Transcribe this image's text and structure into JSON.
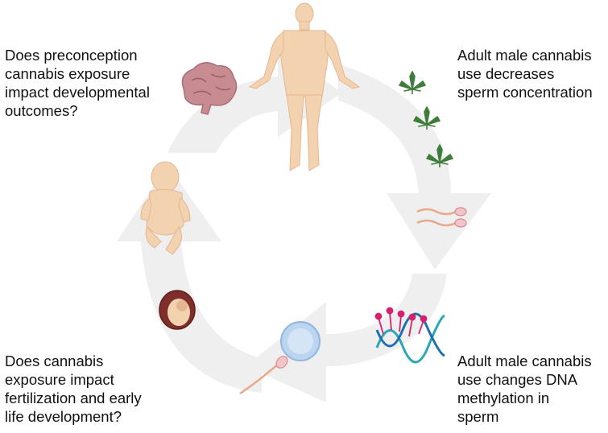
{
  "captions": {
    "top_left": "Does preconception\ncannabis exposure\nimpact developmental\noutcomes?",
    "top_right": "Adult male cannabis\nuse decreases\nsperm concentration",
    "bottom_left": "Does cannabis\nexposure impact\nfertilization and early\nlife development?",
    "bottom_right": "Adult male cannabis\nuse changes DNA\nmethylation in\nsperm"
  },
  "colors": {
    "cycle_arrow": "#efefef",
    "skin": "#f3d2b0",
    "skin_shadow": "#e3b792",
    "cannabis_leaf": "#3f7d3a",
    "sperm": "#e8a98b",
    "egg": "#bcd5ef",
    "dna": "#2aa6b8",
    "methyl_mark": "#d6216d",
    "brain": "#c98b92"
  },
  "icons": [
    "adult-male-figure-icon",
    "brain-icon",
    "cannabis-leaf-icon",
    "sperm-icon",
    "dna-methylation-icon",
    "egg-cell-icon",
    "fetus-icon",
    "baby-icon"
  ]
}
